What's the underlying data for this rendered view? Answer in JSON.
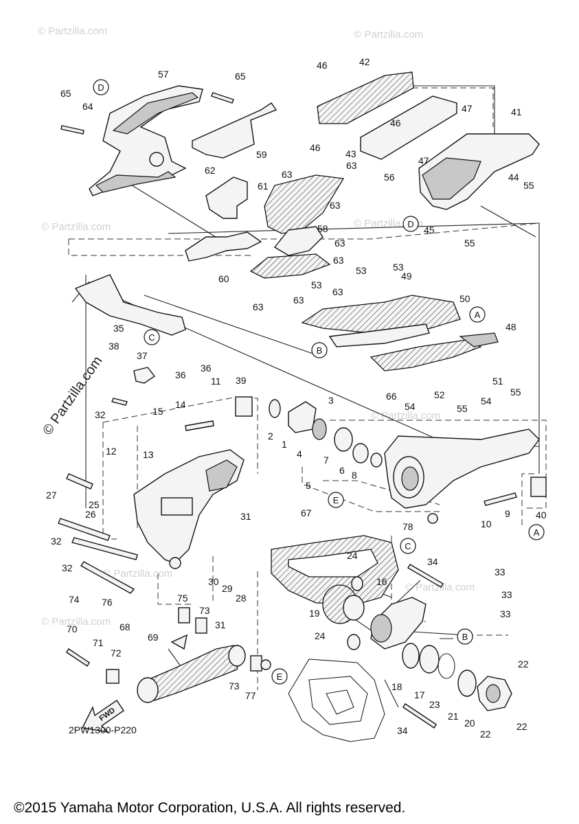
{
  "diagram": {
    "reference_code": "2PW1300-P220",
    "copyright": "©2015 Yamaha Motor Corporation, U.S.A. All rights reserved.",
    "watermark": "© Partzilla.com",
    "direction_arrow_label": "FWD",
    "reference_markers": [
      "A",
      "B",
      "C",
      "D",
      "E"
    ],
    "part_numbers": [
      "1",
      "2",
      "3",
      "4",
      "5",
      "6",
      "7",
      "8",
      "9",
      "10",
      "11",
      "12",
      "13",
      "14",
      "15",
      "16",
      "17",
      "18",
      "19",
      "20",
      "21",
      "22",
      "23",
      "24",
      "25",
      "26",
      "27",
      "28",
      "29",
      "30",
      "31",
      "32",
      "33",
      "34",
      "35",
      "36",
      "37",
      "38",
      "39",
      "40",
      "41",
      "42",
      "43",
      "44",
      "45",
      "46",
      "47",
      "48",
      "49",
      "50",
      "51",
      "52",
      "53",
      "54",
      "55",
      "56",
      "57",
      "58",
      "59",
      "60",
      "61",
      "62",
      "63",
      "64",
      "65",
      "66",
      "67",
      "68",
      "69",
      "70",
      "71",
      "72",
      "73",
      "74",
      "75",
      "76",
      "77",
      "78"
    ]
  }
}
